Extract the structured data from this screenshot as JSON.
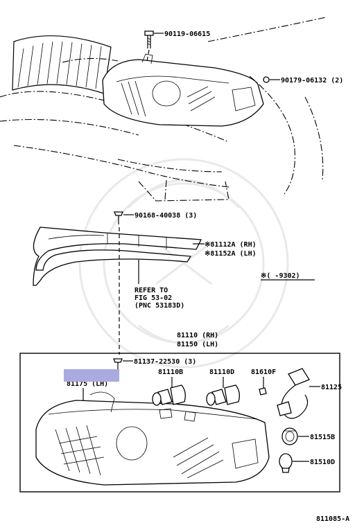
{
  "callouts": {
    "bolt_top": "90119-06615",
    "clip_right": "90179-06132 (2)",
    "screw_mid": "90168-40038 (3)",
    "trim_rh": "※81112A (RH)",
    "trim_lh": "※81152A (LH)",
    "serial_note": "※(    -9302)",
    "refer_line1": "REFER TO",
    "refer_line2": "FIG 53-02",
    "refer_line3": "(PNC 53183D)",
    "assy_rh": "81110 (RH)",
    "assy_lh": "81150 (LH)",
    "screw_box": "81137-22530 (3)",
    "unit_lh": "81175 (LH)",
    "bulb_b": "81110B",
    "bulb_d": "81110D",
    "bulb_f": "81610F",
    "socket": "81125",
    "socket_b": "81515B",
    "bulb_510d": "81510D",
    "figure_id": "811085-A"
  },
  "colors": {
    "line": "#000000",
    "highlight": "#a9aadf"
  }
}
